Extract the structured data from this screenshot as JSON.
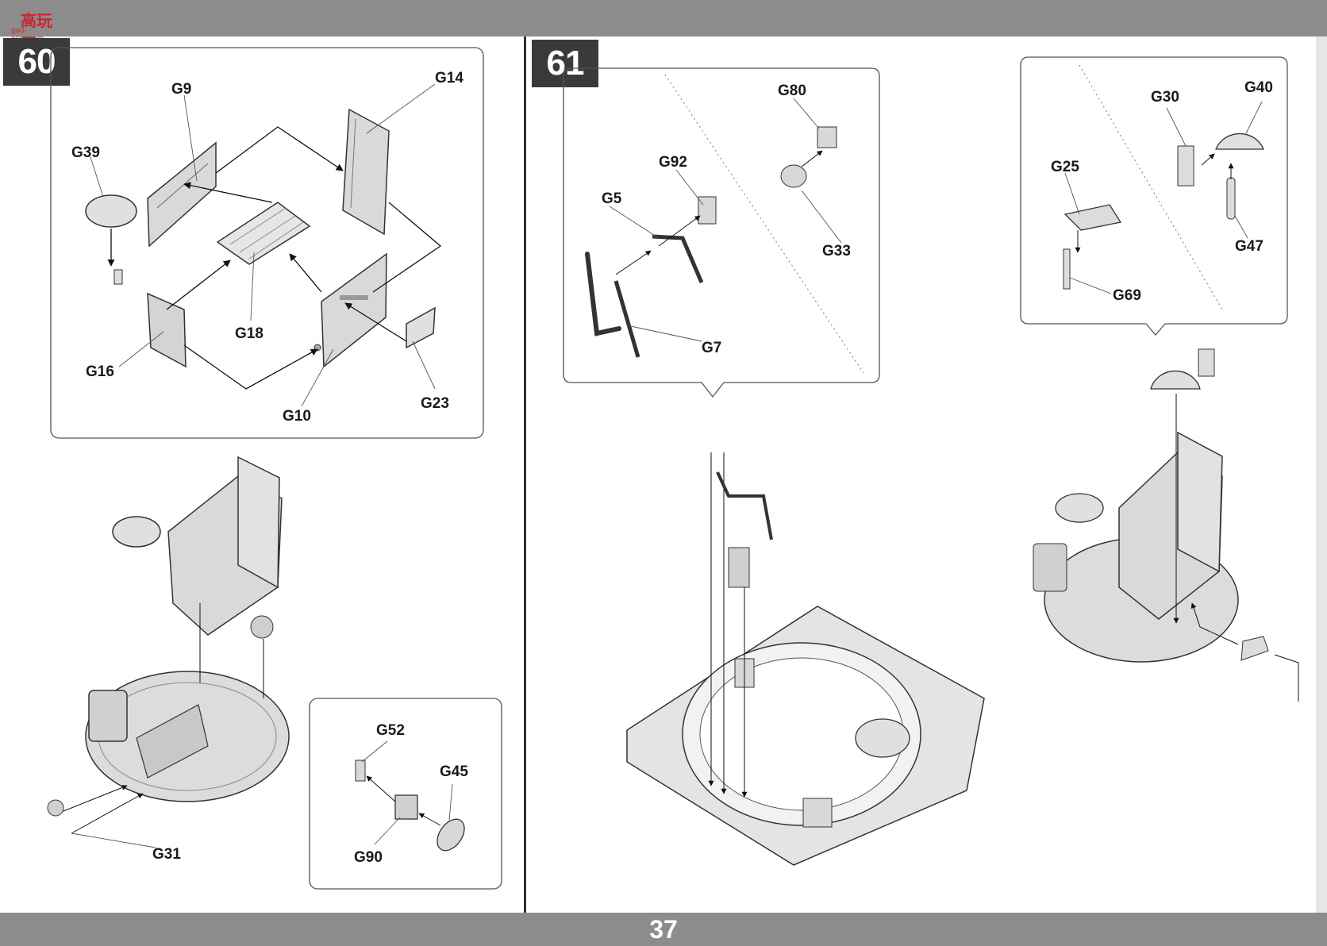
{
  "header": {
    "logo_text": "高玩网",
    "logo_sub": "gao-wan.com"
  },
  "footer": {
    "page_number": "37"
  },
  "colors": {
    "bar": "#8c8c8c",
    "step_box": "#3a3a3a",
    "part_fill": "#d9d9d9",
    "outline": "#333333"
  },
  "step60": {
    "number": "60",
    "labels": {
      "g9": "G9",
      "g14": "G14",
      "g39": "G39",
      "g18": "G18",
      "g16": "G16",
      "g10": "G10",
      "g23": "G23",
      "g31": "G31",
      "g52": "G52",
      "g45": "G45",
      "g90": "G90"
    }
  },
  "step61": {
    "number": "61",
    "labels": {
      "g80": "G80",
      "g92": "G92",
      "g5": "G5",
      "g33": "G33",
      "g7": "G7",
      "g30": "G30",
      "g40": "G40",
      "g25": "G25",
      "g47": "G47",
      "g69": "G69"
    }
  }
}
